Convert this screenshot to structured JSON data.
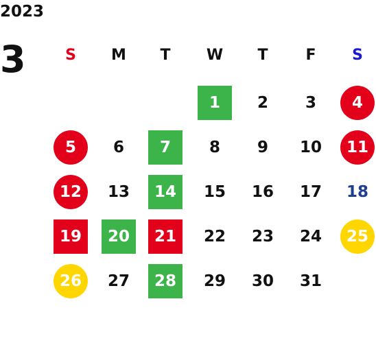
{
  "calendar": {
    "year": "2023",
    "month": "3",
    "weekdays": [
      "S",
      "M",
      "T",
      "W",
      "T",
      "F",
      "S"
    ],
    "weekday_colors": [
      "#e2001a",
      "#111111",
      "#111111",
      "#111111",
      "#111111",
      "#111111",
      "#1a1ad6"
    ],
    "legend_colors": {
      "green": "#3cb44a",
      "red": "#e2001a",
      "yellow": "#ffd600",
      "blue_text": "#1f3f8f"
    },
    "days": [
      {
        "day": "1",
        "weekday": 3,
        "week": 0,
        "style": "green-square"
      },
      {
        "day": "2",
        "weekday": 4,
        "week": 0,
        "style": "plain"
      },
      {
        "day": "3",
        "weekday": 5,
        "week": 0,
        "style": "plain"
      },
      {
        "day": "4",
        "weekday": 6,
        "week": 0,
        "style": "red-circle"
      },
      {
        "day": "5",
        "weekday": 0,
        "week": 1,
        "style": "red-circle"
      },
      {
        "day": "6",
        "weekday": 1,
        "week": 1,
        "style": "plain"
      },
      {
        "day": "7",
        "weekday": 2,
        "week": 1,
        "style": "green-square"
      },
      {
        "day": "8",
        "weekday": 3,
        "week": 1,
        "style": "plain"
      },
      {
        "day": "9",
        "weekday": 4,
        "week": 1,
        "style": "plain"
      },
      {
        "day": "10",
        "weekday": 5,
        "week": 1,
        "style": "plain"
      },
      {
        "day": "11",
        "weekday": 6,
        "week": 1,
        "style": "red-circle"
      },
      {
        "day": "12",
        "weekday": 0,
        "week": 2,
        "style": "red-circle"
      },
      {
        "day": "13",
        "weekday": 1,
        "week": 2,
        "style": "plain"
      },
      {
        "day": "14",
        "weekday": 2,
        "week": 2,
        "style": "green-square"
      },
      {
        "day": "15",
        "weekday": 3,
        "week": 2,
        "style": "plain"
      },
      {
        "day": "16",
        "weekday": 4,
        "week": 2,
        "style": "plain"
      },
      {
        "day": "17",
        "weekday": 5,
        "week": 2,
        "style": "plain"
      },
      {
        "day": "18",
        "weekday": 6,
        "week": 2,
        "style": "blue-text"
      },
      {
        "day": "19",
        "weekday": 0,
        "week": 3,
        "style": "red-square"
      },
      {
        "day": "20",
        "weekday": 1,
        "week": 3,
        "style": "green-square"
      },
      {
        "day": "21",
        "weekday": 2,
        "week": 3,
        "style": "red-square"
      },
      {
        "day": "22",
        "weekday": 3,
        "week": 3,
        "style": "plain"
      },
      {
        "day": "23",
        "weekday": 4,
        "week": 3,
        "style": "plain"
      },
      {
        "day": "24",
        "weekday": 5,
        "week": 3,
        "style": "plain"
      },
      {
        "day": "25",
        "weekday": 6,
        "week": 3,
        "style": "yellow-circle"
      },
      {
        "day": "26",
        "weekday": 0,
        "week": 4,
        "style": "yellow-circle"
      },
      {
        "day": "27",
        "weekday": 1,
        "week": 4,
        "style": "plain"
      },
      {
        "day": "28",
        "weekday": 2,
        "week": 4,
        "style": "green-square"
      },
      {
        "day": "29",
        "weekday": 3,
        "week": 4,
        "style": "plain"
      },
      {
        "day": "30",
        "weekday": 4,
        "week": 4,
        "style": "plain"
      },
      {
        "day": "31",
        "weekday": 5,
        "week": 4,
        "style": "plain"
      }
    ]
  }
}
